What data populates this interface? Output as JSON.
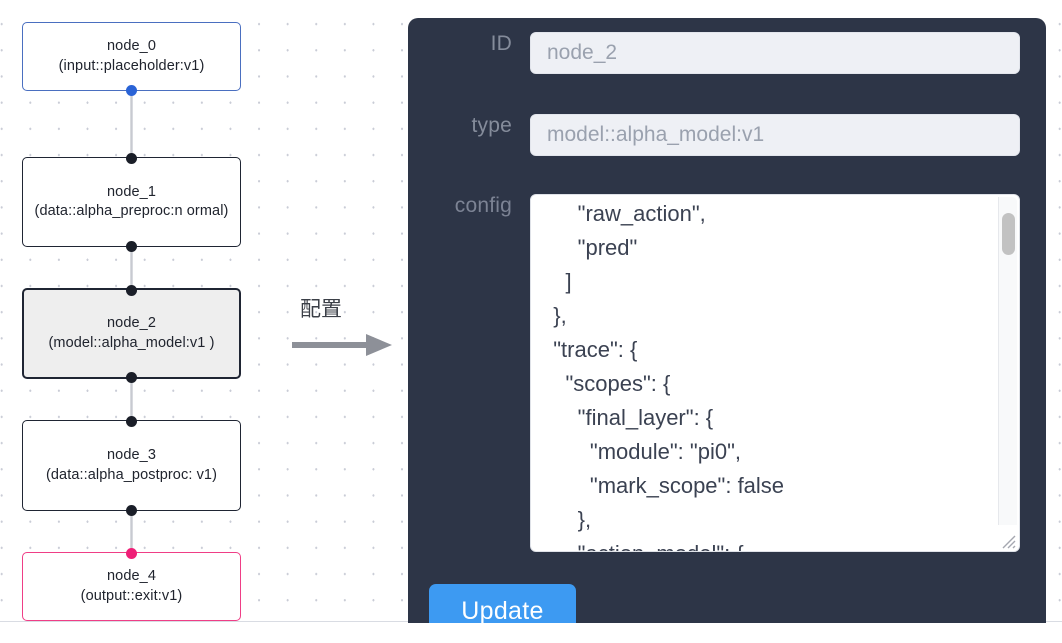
{
  "canvas": {
    "grid": "dot-grid",
    "nodes": [
      {
        "id": "node_0",
        "title": "node_0",
        "subtitle": "(input::placeholder:v1)",
        "role": "input",
        "selected": false,
        "accent": "#4a6fc0",
        "port_color": "#2a63d6"
      },
      {
        "id": "node_1",
        "title": "node_1",
        "subtitle": "(data::alpha_preproc:n ormal)",
        "role": "data",
        "selected": false,
        "accent": "#1f2533",
        "port_color": "#1a1e28"
      },
      {
        "id": "node_2",
        "title": "node_2",
        "subtitle": "(model::alpha_model:v1 )",
        "role": "model",
        "selected": true,
        "accent": "#1f2533",
        "port_color": "#1a1e28"
      },
      {
        "id": "node_3",
        "title": "node_3",
        "subtitle": "(data::alpha_postproc: v1)",
        "role": "data",
        "selected": false,
        "accent": "#1f2533",
        "port_color": "#1a1e28"
      },
      {
        "id": "node_4",
        "title": "node_4",
        "subtitle": "(output::exit:v1)",
        "role": "output",
        "selected": false,
        "accent": "#ef3e86",
        "port_color": "#ef1f77"
      }
    ]
  },
  "annotation": {
    "text": "配置",
    "arrow": "right-arrow"
  },
  "inspector": {
    "background": "#2d3547",
    "fields": {
      "id": {
        "label": "ID",
        "value": "node_2"
      },
      "type": {
        "label": "type",
        "value": "model::alpha_model:v1"
      },
      "config": {
        "label": "config",
        "value": "      \"raw_action\",\n      \"pred\"\n    ]\n  },\n  \"trace\": {\n    \"scopes\": {\n      \"final_layer\": {\n        \"module\": \"pi0\",\n        \"mark_scope\": false\n      },\n      \"action_model\": {",
        "scroll_thumb_position": "near-top"
      }
    },
    "update_button": {
      "label": "Update",
      "color": "#3d9af2"
    }
  }
}
